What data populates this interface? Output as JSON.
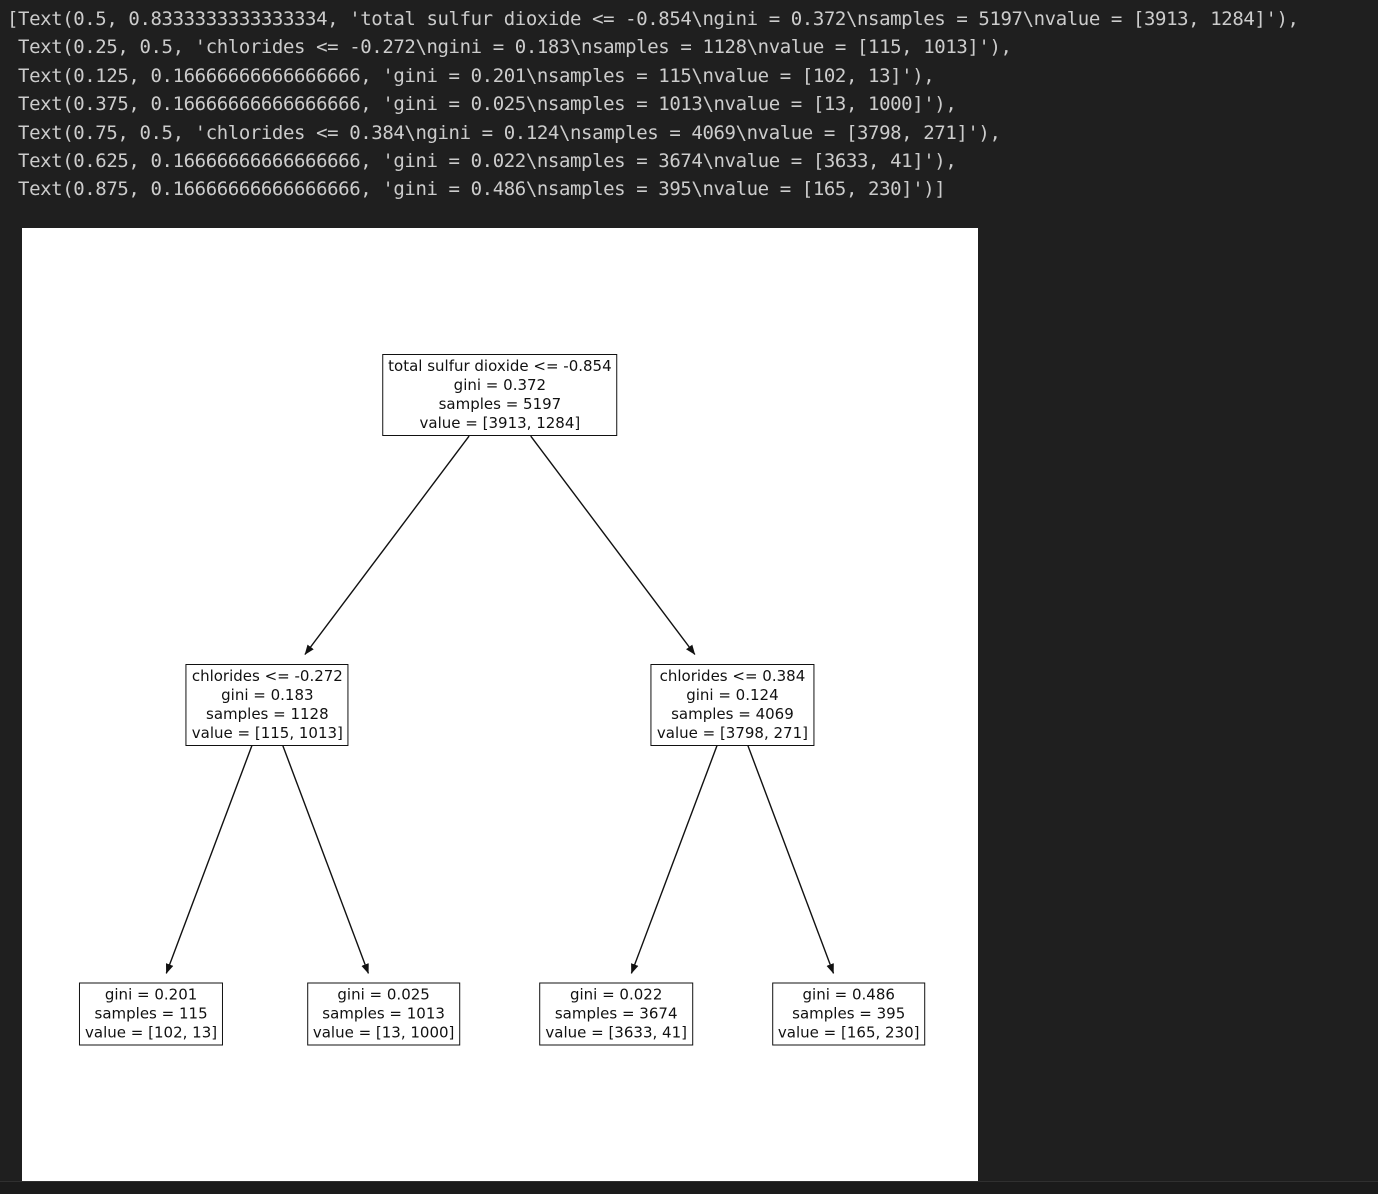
{
  "console": {
    "lines": [
      "[Text(0.5, 0.8333333333333334, 'total sulfur dioxide <= -0.854\\ngini = 0.372\\nsamples = 5197\\nvalue = [3913, 1284]'),",
      " Text(0.25, 0.5, 'chlorides <= -0.272\\ngini = 0.183\\nsamples = 1128\\nvalue = [115, 1013]'),",
      " Text(0.125, 0.16666666666666666, 'gini = 0.201\\nsamples = 115\\nvalue = [102, 13]'),",
      " Text(0.375, 0.16666666666666666, 'gini = 0.025\\nsamples = 1013\\nvalue = [13, 1000]'),",
      " Text(0.75, 0.5, 'chlorides <= 0.384\\ngini = 0.124\\nsamples = 4069\\nvalue = [3798, 271]'),",
      " Text(0.625, 0.16666666666666666, 'gini = 0.022\\nsamples = 3674\\nvalue = [3633, 41]'),",
      " Text(0.875, 0.16666666666666666, 'gini = 0.486\\nsamples = 395\\nvalue = [165, 230]')]"
    ]
  },
  "chart_data": {
    "type": "diagram",
    "subtype": "decision-tree",
    "title": "",
    "nodes": [
      {
        "id": "root",
        "x": 0.5,
        "y": 0.8333333333333334,
        "lines": [
          "total sulfur dioxide <= -0.854",
          "gini = 0.372",
          "samples = 5197",
          "value = [3913, 1284]"
        ],
        "split_feature": "total sulfur dioxide",
        "threshold": -0.854,
        "gini": 0.372,
        "samples": 5197,
        "value": [
          3913,
          1284
        ]
      },
      {
        "id": "l",
        "x": 0.25,
        "y": 0.5,
        "lines": [
          "chlorides <= -0.272",
          "gini = 0.183",
          "samples = 1128",
          "value = [115, 1013]"
        ],
        "split_feature": "chlorides",
        "threshold": -0.272,
        "gini": 0.183,
        "samples": 1128,
        "value": [
          115,
          1013
        ]
      },
      {
        "id": "ll",
        "x": 0.125,
        "y": 0.16666666666666666,
        "lines": [
          "gini = 0.201",
          "samples = 115",
          "value = [102, 13]"
        ],
        "gini": 0.201,
        "samples": 115,
        "value": [
          102,
          13
        ]
      },
      {
        "id": "lr",
        "x": 0.375,
        "y": 0.16666666666666666,
        "lines": [
          "gini = 0.025",
          "samples = 1013",
          "value = [13, 1000]"
        ],
        "gini": 0.025,
        "samples": 1013,
        "value": [
          13,
          1000
        ]
      },
      {
        "id": "r",
        "x": 0.75,
        "y": 0.5,
        "lines": [
          "chlorides <= 0.384",
          "gini = 0.124",
          "samples = 4069",
          "value = [3798, 271]"
        ],
        "split_feature": "chlorides",
        "threshold": 0.384,
        "gini": 0.124,
        "samples": 4069,
        "value": [
          3798,
          271
        ]
      },
      {
        "id": "rl",
        "x": 0.625,
        "y": 0.16666666666666666,
        "lines": [
          "gini = 0.022",
          "samples = 3674",
          "value = [3633, 41]"
        ],
        "gini": 0.022,
        "samples": 3674,
        "value": [
          3633,
          41
        ]
      },
      {
        "id": "rr",
        "x": 0.875,
        "y": 0.16666666666666666,
        "lines": [
          "gini = 0.486",
          "samples = 395",
          "value = [165, 230]"
        ],
        "gini": 0.486,
        "samples": 395,
        "value": [
          165,
          230
        ]
      }
    ],
    "edges": [
      [
        "root",
        "l"
      ],
      [
        "root",
        "r"
      ],
      [
        "l",
        "ll"
      ],
      [
        "l",
        "lr"
      ],
      [
        "r",
        "rl"
      ],
      [
        "r",
        "rr"
      ]
    ]
  },
  "colors": {
    "page_background": "#1f1f1f",
    "console_text": "#cccccc",
    "figure_background": "#ffffff",
    "node_border": "#111111",
    "node_text": "#111111",
    "edge_line": "#111111",
    "footer_background": "#1b1b1b"
  }
}
